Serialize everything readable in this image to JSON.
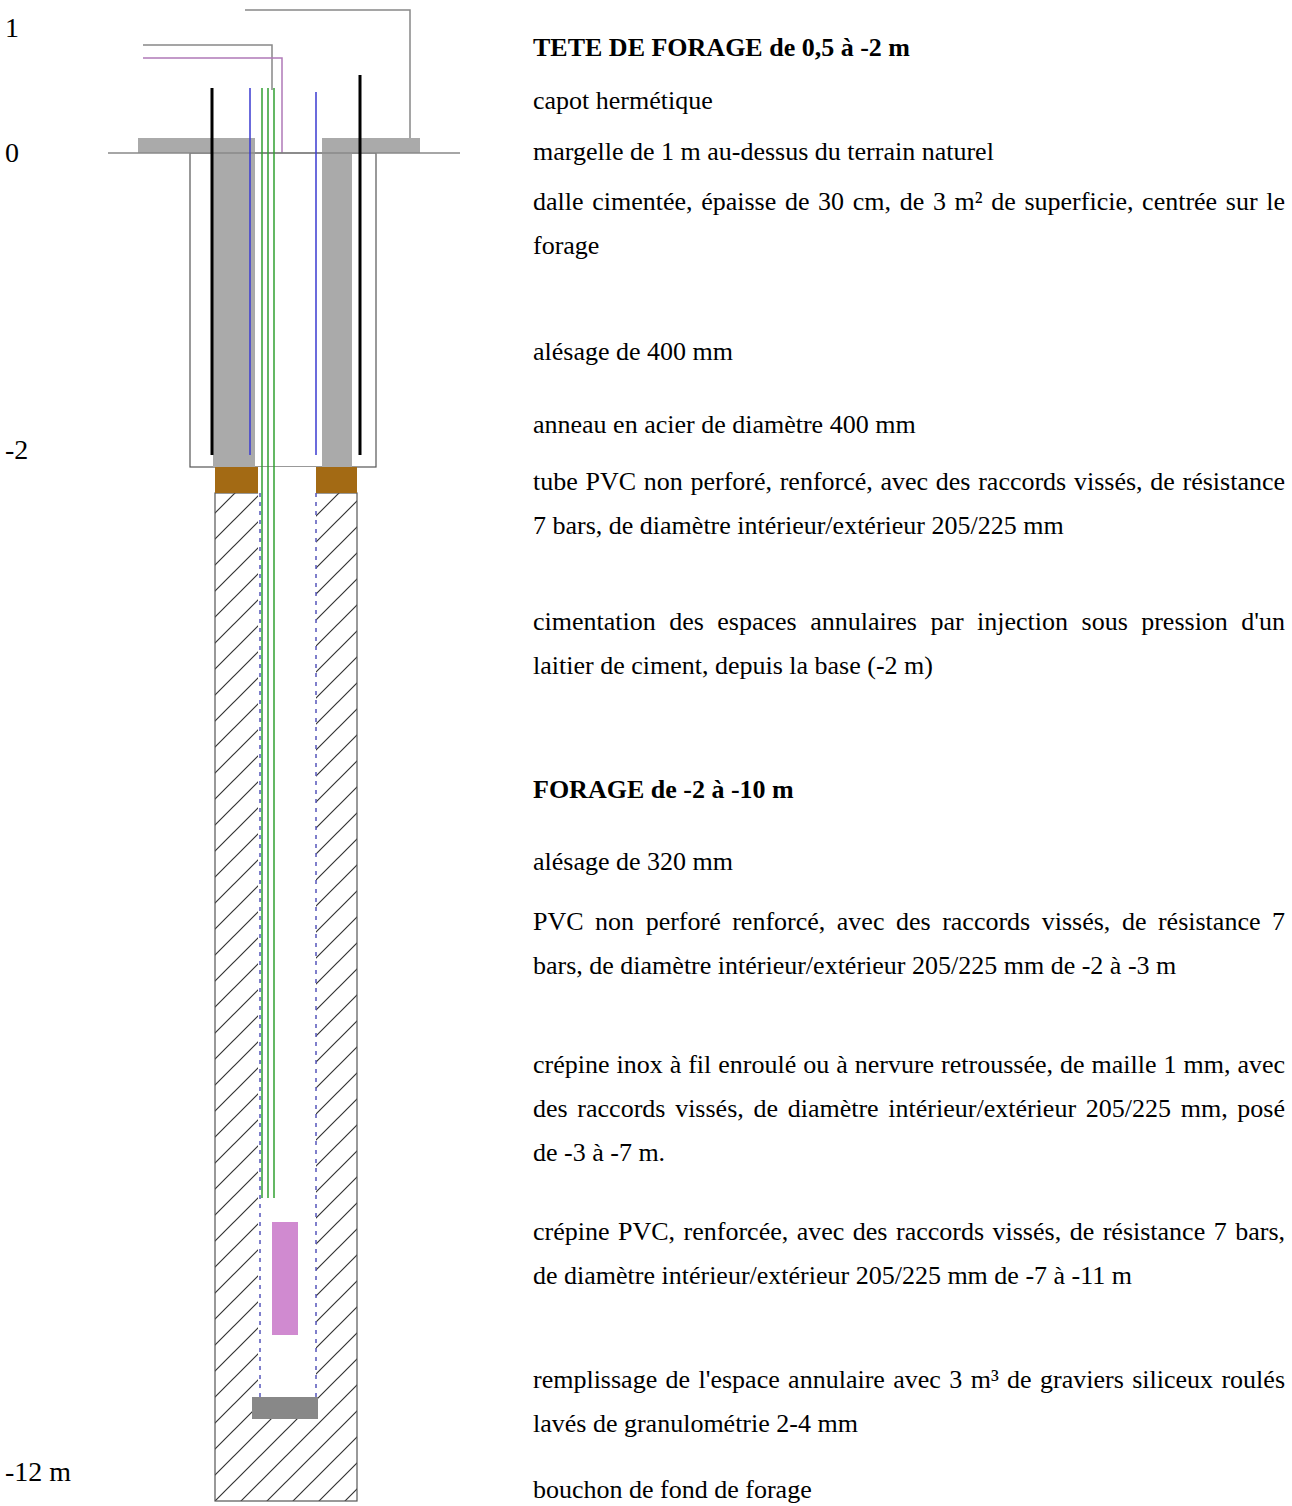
{
  "diagram": {
    "labels": [
      "1",
      "0",
      "-2",
      "-12 m",
      "TETE DE FORAGE de 0,5 à -2 m",
      "capot hermétique",
      "margelle de 1 m au-dessus du terrain naturel",
      "dalle cimentée, épaisse de 30 cm, de 3 m² de superficie, centrée sur le forage",
      "alésage de 400 mm",
      "anneau en acier de diamètre 400 mm",
      "tube PVC non perforé, renforcé, avec des raccords vissés, de résistance 7 bars, de diamètre intérieur/extérieur 205/225 mm",
      "cimentation des espaces annulaires par injection sous pression d'un laitier de ciment, depuis la base (-2 m)",
      "FORAGE de -2 à -10 m",
      "alésage de 320 mm",
      "PVC non perforé renforcé, avec des raccords vissés, de résistance 7 bars, de diamètre intérieur/extérieur 205/225 mm de -2 à -3 m",
      "crépine inox à fil enroulé ou à nervure retroussée, de maille 1 mm, avec des raccords vissés, de diamètre intérieur/extérieur 205/225 mm, posé de -3 à -7 m.",
      "crépine PVC, renforcée, avec des raccords vissés, de résistance 7 bars, de diamètre intérieur/extérieur 205/225 mm de -7 à -11 m",
      "remplissage de l'espace annulaire avec 3 m³ de graviers siliceux roulés lavés de granulométrie 2-4 mm",
      "bouchon de fond de forage"
    ]
  }
}
